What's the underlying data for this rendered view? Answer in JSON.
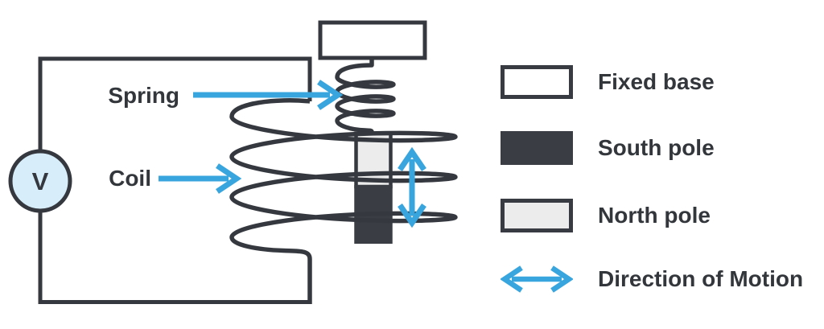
{
  "voltmeter": {
    "label": "V"
  },
  "labels": {
    "spring": "Spring",
    "coil": "Coil"
  },
  "legend": {
    "items": [
      {
        "key": "fixed-base",
        "symbol": "white-rectangle-swatch",
        "label": "Fixed base"
      },
      {
        "key": "south-pole",
        "symbol": "dark-rectangle-swatch",
        "label": "South pole"
      },
      {
        "key": "north-pole",
        "symbol": "light-gray-rectangle-swatch",
        "label": "North pole"
      },
      {
        "key": "direction-of-motion",
        "symbol": "double-headed-arrow",
        "label": "Direction of Motion"
      }
    ]
  },
  "colors": {
    "ink": "#35393f",
    "accent_blue": "#38a5de",
    "voltmeter_fill": "#d7eefa",
    "south_pole_fill": "#3a3e44",
    "north_pole_fill": "#ececec",
    "fixed_base_fill": "#ffffff",
    "background": "#ffffff"
  }
}
